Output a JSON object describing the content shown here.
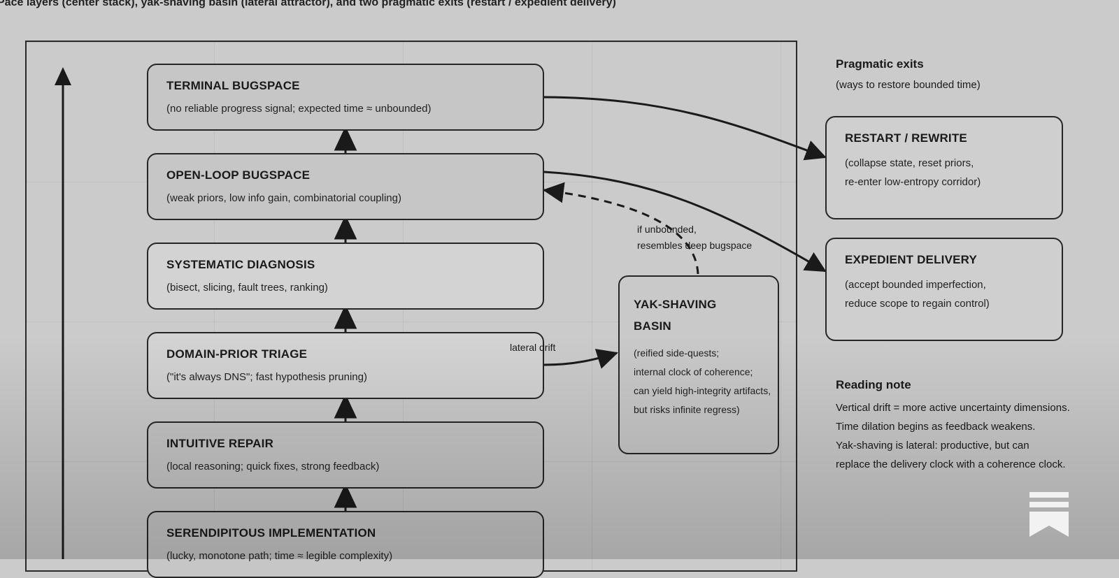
{
  "caption": "Pace layers (center stack), yak-shaving basin (lateral attractor), and two pragmatic exits (restart / expedient delivery)",
  "stack": [
    {
      "title": "TERMINAL BUGSPACE",
      "desc": "(no reliable progress signal; expected time ≈ unbounded)"
    },
    {
      "title": "OPEN-LOOP BUGSPACE",
      "desc": "(weak priors, low info gain, combinatorial coupling)"
    },
    {
      "title": "SYSTEMATIC DIAGNOSIS",
      "desc": "(bisect, slicing, fault trees, ranking)"
    },
    {
      "title": "DOMAIN-PRIOR TRIAGE",
      "desc": "(\"it's always DNS\"; fast hypothesis pruning)"
    },
    {
      "title": "INTUITIVE REPAIR",
      "desc": "(local reasoning; quick fixes, strong feedback)"
    },
    {
      "title": "SERENDIPITOUS IMPLEMENTATION",
      "desc": "(lucky, monotone path; time ≈ legible complexity)"
    }
  ],
  "yak": {
    "title_1": "YAK-SHAVING",
    "title_2": "BASIN",
    "lines": [
      "(reified side-quests;",
      "internal clock of coherence;",
      "can yield high-integrity artifacts,",
      "but risks infinite regress)"
    ]
  },
  "labels": {
    "lateral": "lateral drift",
    "unbounded_1": "if unbounded,",
    "unbounded_2": "resembles deep bugspace"
  },
  "exits": {
    "heading": "Pragmatic exits",
    "subheading": "(ways to restore bounded time)",
    "restart": {
      "title": "RESTART / REWRITE",
      "line1": "(collapse state, reset priors,",
      "line2": "re-enter low-entropy corridor)"
    },
    "expedient": {
      "title": "EXPEDIENT DELIVERY",
      "line1": "(accept bounded imperfection,",
      "line2": "reduce scope to regain control)"
    }
  },
  "note": {
    "heading": "Reading note",
    "lines": [
      "Vertical drift = more active uncertainty dimensions.",
      "Time dilation begins as feedback weakens.",
      "Yak-shaving is lateral: productive, but can",
      "replace the delivery clock with a coherence clock."
    ]
  },
  "colors": {
    "background": "#cbcbcb",
    "stroke": "#1a1a1a"
  },
  "icons": {
    "logo": "bookmark-logo-icon"
  }
}
